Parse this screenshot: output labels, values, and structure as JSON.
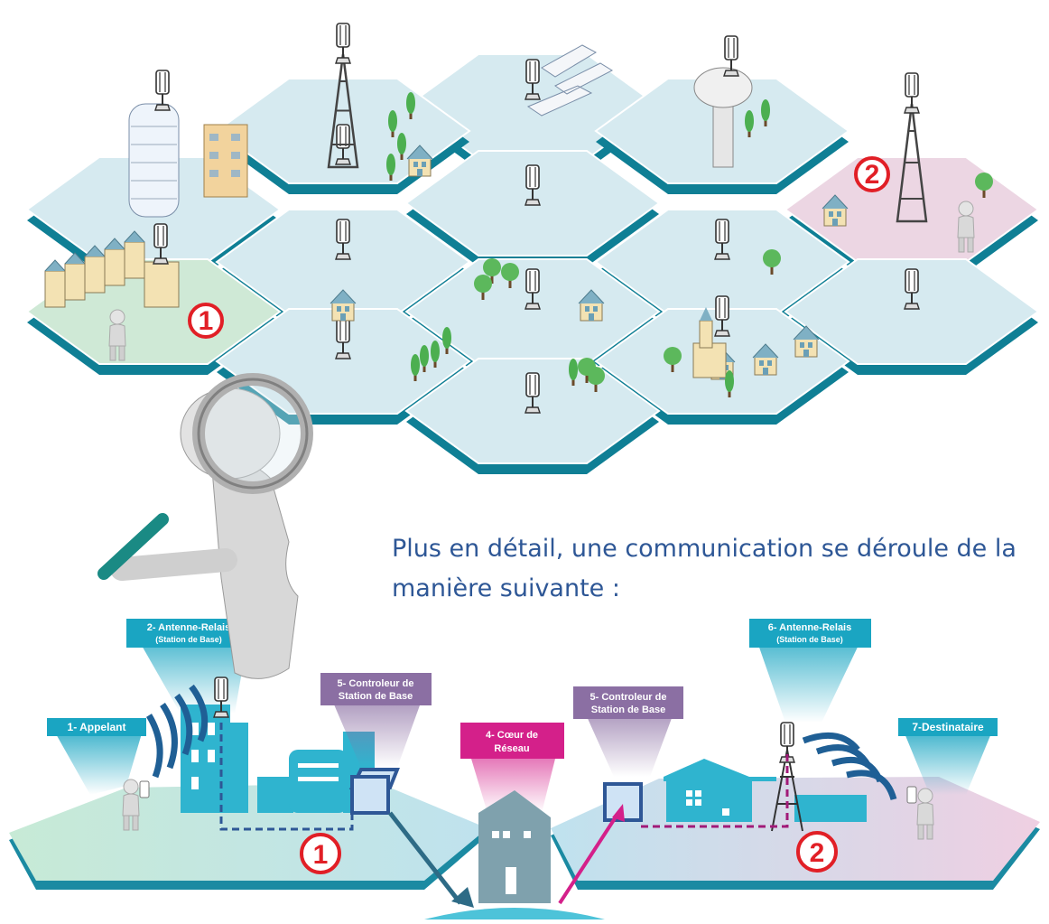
{
  "caption": "Plus en détail, une communication se déroule de la manière suivante :",
  "badges": {
    "one": "1",
    "two": "2"
  },
  "steps": {
    "s1": "1- Appelant",
    "s2_title": "2- Antenne-Relais",
    "s2_sub": "(Station de Base)",
    "s5a_l1": "5- Controleur de",
    "s5a_l2": "Station de Base",
    "s4_l1": "4- Cœur de",
    "s4_l2": "Réseau",
    "s5b_l1": "5- Controleur de",
    "s5b_l2": "Station de Base",
    "s6_title": "6- Antenne-Relais",
    "s6_sub": "(Station de Base)",
    "s7": "7-Destinataire"
  },
  "colors": {
    "cell_fill": "#d6eaf0",
    "cell_edge": "#0f7f95",
    "cell_green": "#cfe9d6",
    "cell_pink": "#ecd6e3",
    "teal": "#17a2bf",
    "purple": "#8a6fa0",
    "magenta": "#d61f8c",
    "badge_red": "#e11f26",
    "caption_blue": "#2e5796"
  }
}
